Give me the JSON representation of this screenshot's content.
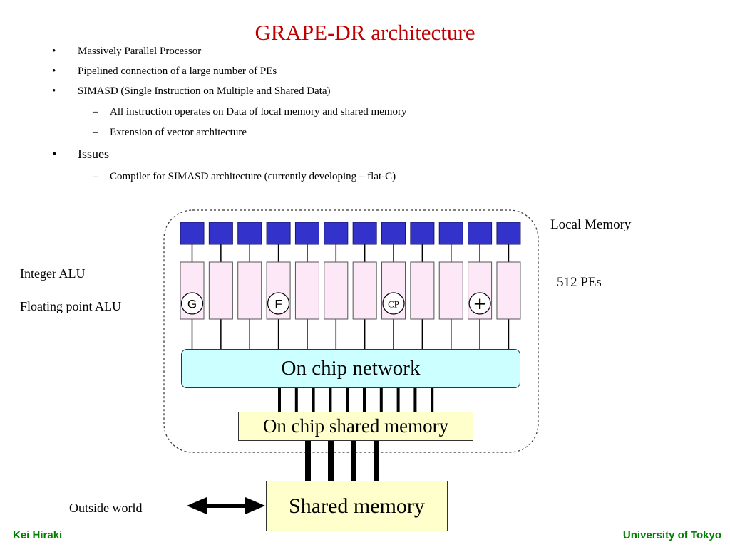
{
  "slide": {
    "title": "GRAPE-DR architecture",
    "bullets": [
      {
        "level": 1,
        "marker": "•",
        "text": "Massively Parallel Processor"
      },
      {
        "level": 1,
        "marker": "•",
        "text": "Pipelined connection of a large number of PEs"
      },
      {
        "level": 1,
        "marker": "•",
        "text": "SIMASD (Single Instruction on Multiple and Shared Data)"
      },
      {
        "level": 2,
        "marker": "–",
        "text": "All instruction operates on Data of local memory and shared memory"
      },
      {
        "level": 2,
        "marker": "–",
        "text": "Extension of vector architecture"
      },
      {
        "level": 1,
        "marker": "•",
        "text": "Issues"
      },
      {
        "level": 2,
        "marker": "–",
        "text": "Compiler for SIMASD architecture (currently developing – flat-C)"
      }
    ]
  },
  "diagram": {
    "labels": {
      "local_memory": "Local Memory",
      "pe_count": "512 PEs",
      "integer_alu": "Integer ALU",
      "floating_point_alu": "Floating point ALU",
      "outside_world": "Outside world"
    },
    "on_chip_network": "On chip network",
    "on_chip_shared_memory": "On chip shared memory",
    "shared_memory": "Shared memory",
    "pe_alu_markers": [
      "G",
      "",
      "",
      "F",
      "",
      "",
      "",
      "CP",
      "",
      "",
      "+",
      ""
    ]
  },
  "footer": {
    "author": "Kei Hiraki",
    "affiliation": "University of Tokyo"
  },
  "colors": {
    "title": "#c00000",
    "footer": "#008000",
    "local_memory": "#3333cc",
    "pe": "#fce8f6",
    "network": "#ccffff",
    "shared_memory": "#ffffcc"
  }
}
